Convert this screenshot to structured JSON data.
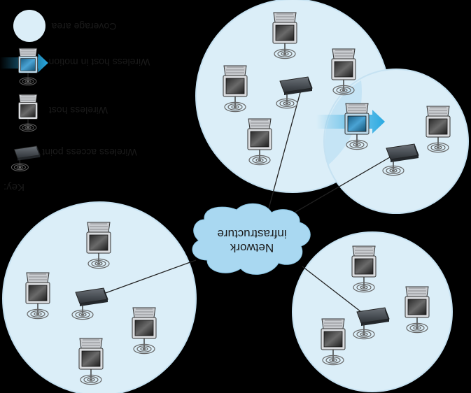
{
  "key": {
    "title": "Key:",
    "items": [
      {
        "id": "coverage",
        "label": "Coverage area",
        "icon": "coverage-area-icon"
      },
      {
        "id": "motion",
        "label": "Wireless host in motion",
        "icon": "wireless-host-in-motion-icon"
      },
      {
        "id": "host",
        "label": "Wireless host",
        "icon": "wireless-host-icon"
      },
      {
        "id": "ap",
        "label": "Wireless access point",
        "icon": "wireless-access-point-icon"
      }
    ]
  },
  "network": {
    "line1": "Network",
    "line2": "infrastructure"
  },
  "colors": {
    "background": "#000000",
    "coverage_fill": "#dbeef8",
    "coverage_stroke": "#c6e2f2",
    "cloud_fill": "#a9d8f1",
    "link": "#222222",
    "motion_arrow": "#29a9e1"
  }
}
